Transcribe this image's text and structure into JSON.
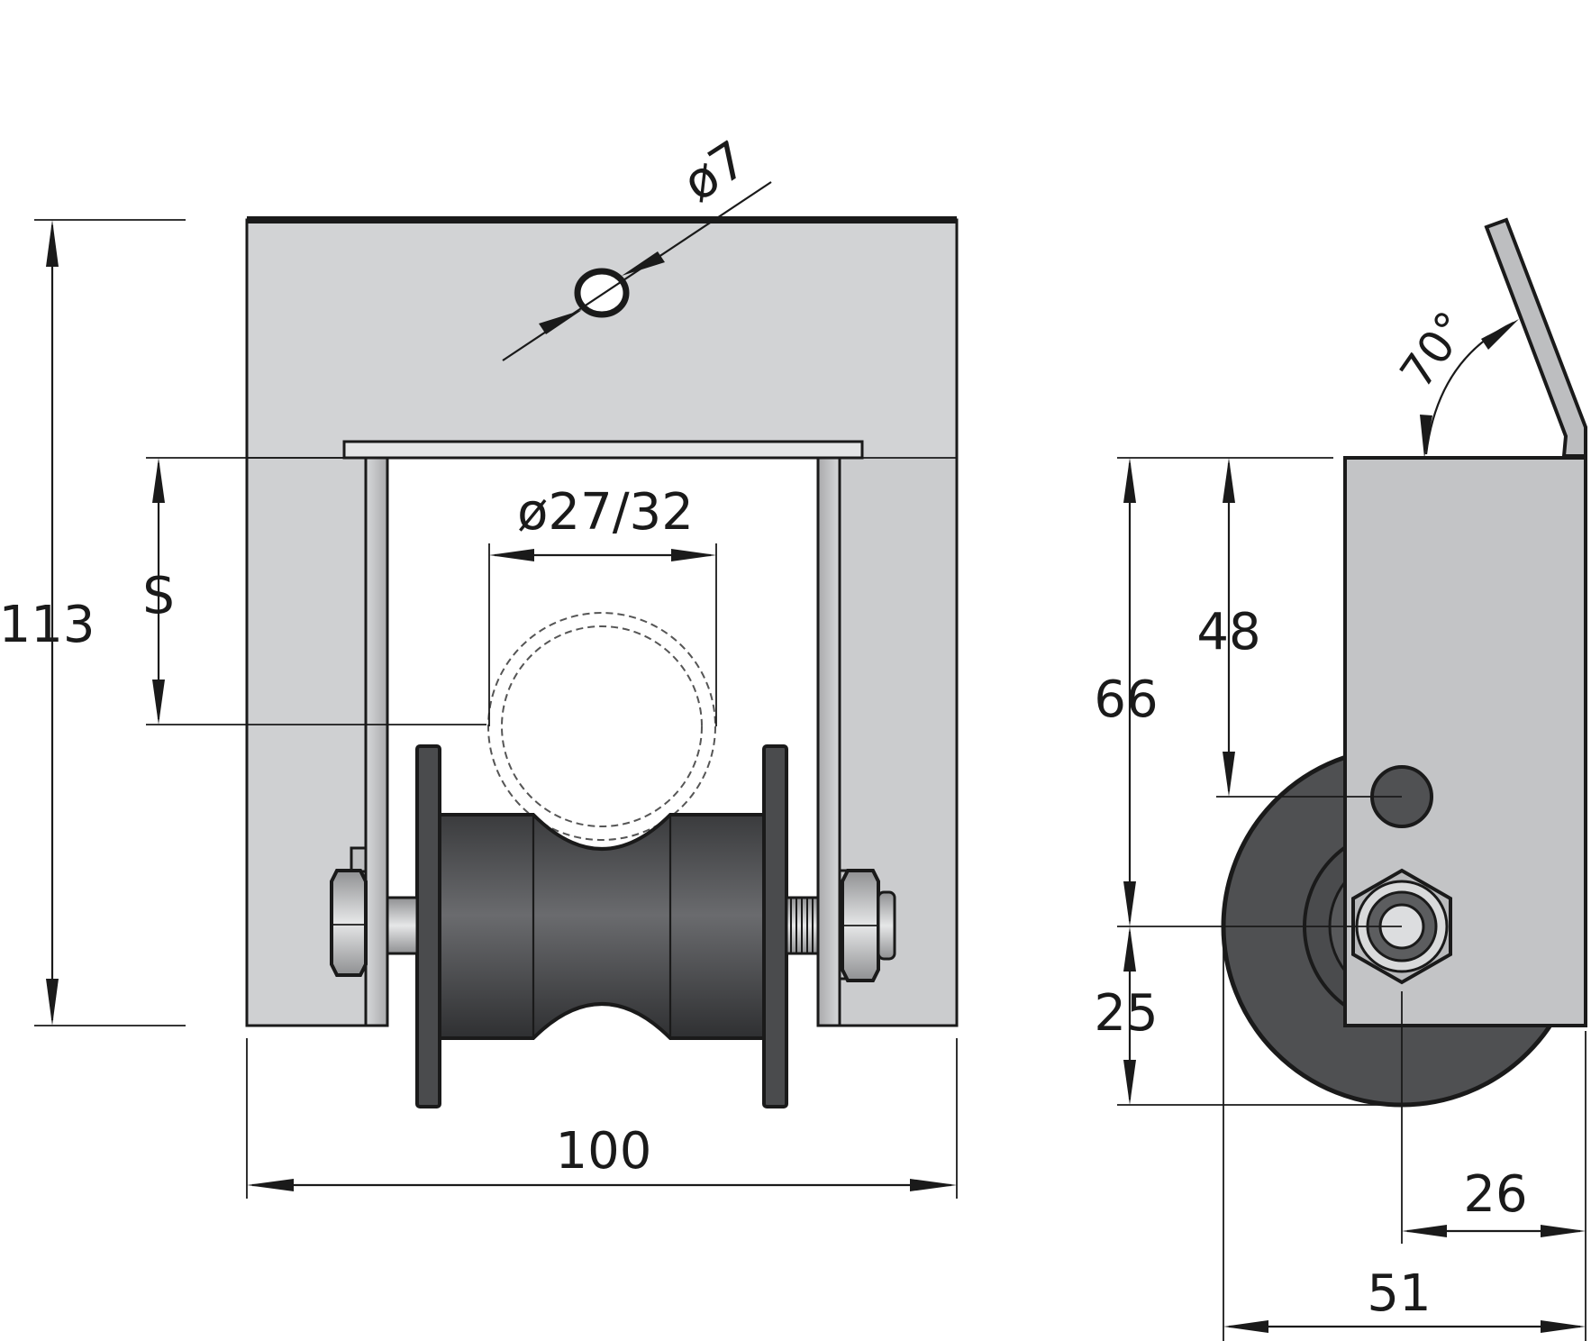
{
  "labels": {
    "height_total": "113",
    "s": "S",
    "hole_diameter": "ø7",
    "tube_diameter": "ø27/32",
    "width_total": "100",
    "angle": "70°",
    "side_66": "66",
    "side_48": "48",
    "side_25": "25",
    "side_26": "26",
    "side_51": "51"
  },
  "colors": {
    "plate_light": "#d2d3d5",
    "plate_side": "#bcbdbf",
    "roller": "#5a5b5d",
    "roller_dark": "#3f4042",
    "wheel": "#4f5052",
    "bolt_light": "#c8c9cb",
    "outline": "#1a1a1a"
  }
}
